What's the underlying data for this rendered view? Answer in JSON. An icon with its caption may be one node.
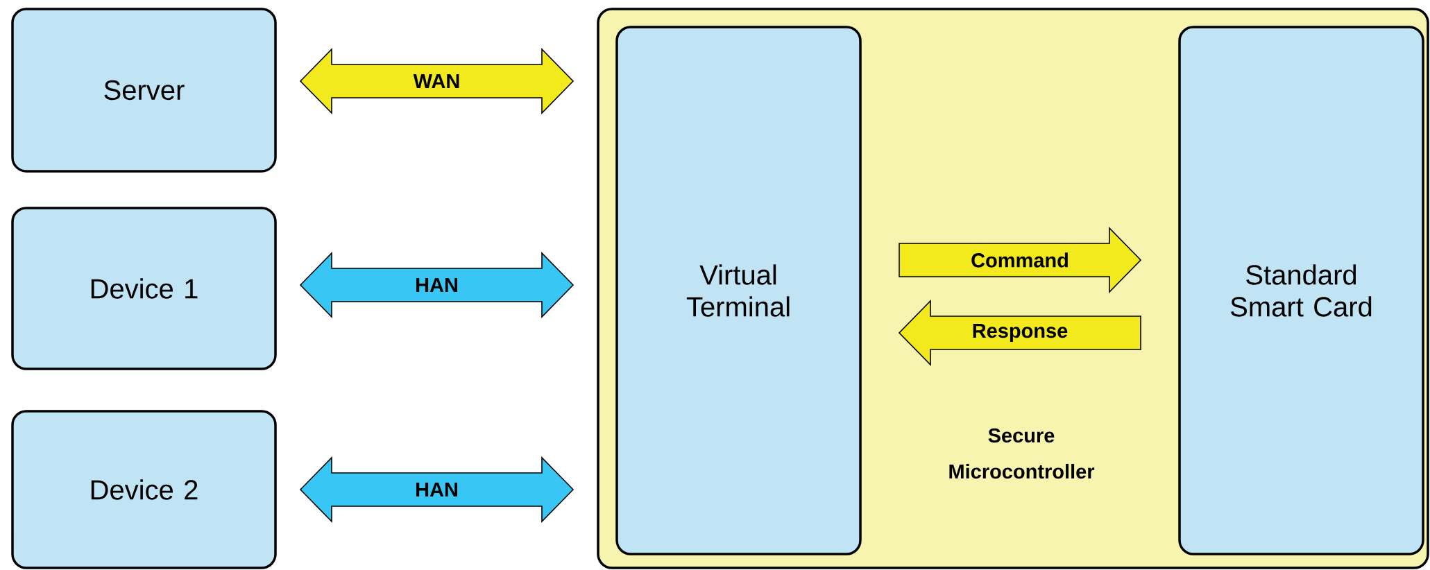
{
  "diagram": {
    "nodes": [
      {
        "text": [
          "Server"
        ]
      },
      {
        "text": [
          "Device 1"
        ]
      },
      {
        "text": [
          "Device 2"
        ]
      },
      {
        "text": [
          "Secure Microcontroller"
        ]
      },
      {
        "text": [
          "Virtual Terminal"
        ],
        "in": 3
      },
      {
        "text": [
          "Standard Smart Card"
        ],
        "in": 3
      }
    ],
    "edges": [
      {
        "from": 0,
        "to": 3,
        "arrow": "both",
        "label": "WAN"
      },
      {
        "from": 1,
        "to": 3,
        "arrow": "both",
        "label": "HAN",
        "color": "#38c6f4"
      },
      {
        "from": 2,
        "to": 3,
        "arrow": "both",
        "label": "HAN",
        "color": "#38c6f4"
      },
      {
        "from": 4,
        "to": 5,
        "arrow": "to",
        "label": "Command"
      },
      {
        "from": 5,
        "to": 4,
        "arrow": "to",
        "label": "Response"
      }
    ]
  }
}
